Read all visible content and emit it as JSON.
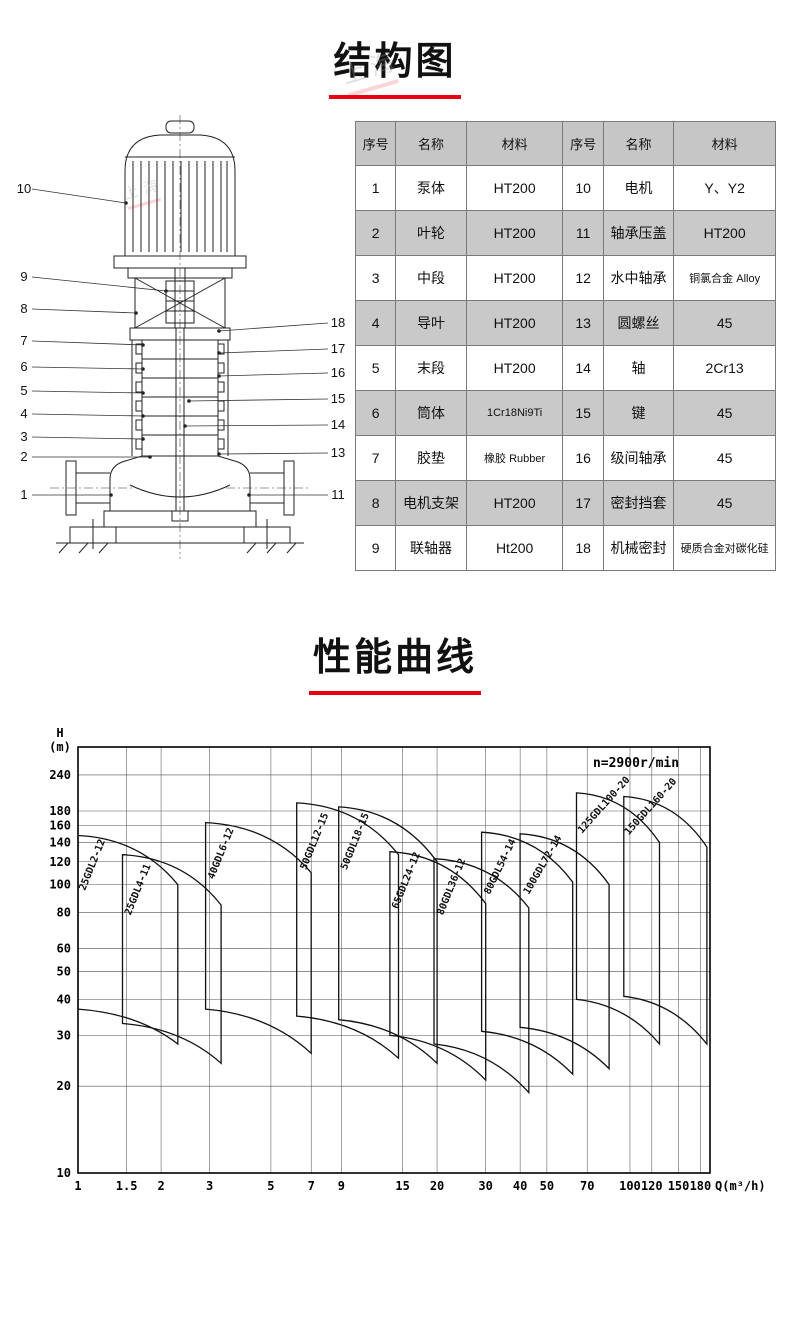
{
  "theme": {
    "accent_color": "#e60012",
    "table_shade": "#c9c9c9",
    "table_header_bg": "#c6c6c6"
  },
  "watermark": {
    "text": "上海"
  },
  "sections": {
    "structure": {
      "title": "结构图"
    },
    "performance": {
      "title": "性能曲线"
    }
  },
  "parts_table": {
    "headers": [
      "序号",
      "名称",
      "材料"
    ],
    "left_rows": [
      {
        "no": "1",
        "name": "泵体",
        "material": "HT200"
      },
      {
        "no": "2",
        "name": "叶轮",
        "material": "HT200"
      },
      {
        "no": "3",
        "name": "中段",
        "material": "HT200"
      },
      {
        "no": "4",
        "name": "导叶",
        "material": "HT200"
      },
      {
        "no": "5",
        "name": "末段",
        "material": "HT200"
      },
      {
        "no": "6",
        "name": "筒体",
        "material": "1Cr18Ni9Ti"
      },
      {
        "no": "7",
        "name": "胶垫",
        "material": "橡胶 Rubber"
      },
      {
        "no": "8",
        "name": "电机支架",
        "material": "HT200"
      },
      {
        "no": "9",
        "name": "联轴器",
        "material": "Ht200"
      }
    ],
    "right_rows": [
      {
        "no": "10",
        "name": "电机",
        "material": "Y、Y2"
      },
      {
        "no": "11",
        "name": "轴承压盖",
        "material": "HT200"
      },
      {
        "no": "12",
        "name": "水中轴承",
        "material": "铜氯合金 Alloy"
      },
      {
        "no": "13",
        "name": "圆螺丝",
        "material": "45"
      },
      {
        "no": "14",
        "name": "轴",
        "material": "2Cr13"
      },
      {
        "no": "15",
        "name": "键",
        "material": "45"
      },
      {
        "no": "16",
        "name": "级间轴承",
        "material": "45"
      },
      {
        "no": "17",
        "name": "密封挡套",
        "material": "45"
      },
      {
        "no": "18",
        "name": "机械密封",
        "material": "硬质合金对碳化硅"
      }
    ]
  },
  "diagram": {
    "left_labels": [
      "10",
      "9",
      "8",
      "7",
      "6",
      "5",
      "4",
      "3",
      "2",
      "1"
    ],
    "right_labels": [
      "18",
      "17",
      "16",
      "15",
      "14",
      "13",
      "11"
    ]
  },
  "chart_data": {
    "type": "line",
    "title": "性能曲线",
    "annotation": "n=2900r/min",
    "xlabel": "Q(m³/h)",
    "ylabel": "H(m)",
    "ylabel_parts": [
      "H",
      "(m)"
    ],
    "grid": true,
    "x_axis": {
      "scale": "log",
      "range": [
        1,
        195
      ],
      "ticks": [
        1,
        1.5,
        2,
        3,
        5,
        7,
        9,
        15,
        20,
        30,
        40,
        50,
        70,
        100,
        120,
        150,
        180
      ]
    },
    "y_axis": {
      "scale": "log",
      "range": [
        10,
        300
      ],
      "ticks": [
        240,
        180,
        160,
        140,
        120,
        100,
        80,
        60,
        50,
        40,
        30,
        20,
        10
      ]
    },
    "series": [
      {
        "name": "25GDL2-12",
        "q": [
          1.0,
          2.3
        ],
        "h_top": [
          148,
          100
        ],
        "h_bot": [
          37,
          28
        ],
        "label_at": [
          1.06,
          95
        ],
        "label_angle": -68
      },
      {
        "name": "25GDL4-11",
        "q": [
          1.45,
          3.3
        ],
        "h_top": [
          127,
          85
        ],
        "h_bot": [
          33,
          24
        ],
        "label_at": [
          1.55,
          78
        ],
        "label_angle": -68
      },
      {
        "name": "40GDL6-12",
        "q": [
          2.9,
          7.0
        ],
        "h_top": [
          164,
          110
        ],
        "h_bot": [
          37,
          26
        ],
        "label_at": [
          3.1,
          104
        ],
        "label_angle": -68
      },
      {
        "name": "50GDL12-15",
        "q": [
          6.2,
          14.5
        ],
        "h_top": [
          192,
          127
        ],
        "h_bot": [
          35,
          25
        ],
        "label_at": [
          6.7,
          112
        ],
        "label_angle": -68
      },
      {
        "name": "50GDL18-15",
        "q": [
          8.8,
          20.0
        ],
        "h_top": [
          186,
          120
        ],
        "h_bot": [
          34,
          24
        ],
        "label_at": [
          9.4,
          112
        ],
        "label_angle": -68
      },
      {
        "name": "65GDL24-12",
        "q": [
          13.5,
          30.0
        ],
        "h_top": [
          130,
          86
        ],
        "h_bot": [
          30,
          21
        ],
        "label_at": [
          14.4,
          82
        ],
        "label_angle": -68
      },
      {
        "name": "80GDL36-12",
        "q": [
          19.5,
          43.0
        ],
        "h_top": [
          123,
          83
        ],
        "h_bot": [
          28,
          19
        ],
        "label_at": [
          21.0,
          78
        ],
        "label_angle": -68
      },
      {
        "name": "80GDL54-14",
        "q": [
          29.0,
          62.0
        ],
        "h_top": [
          152,
          102
        ],
        "h_bot": [
          31,
          22
        ],
        "label_at": [
          31.0,
          92
        ],
        "label_angle": -64
      },
      {
        "name": "100GDL72-14",
        "q": [
          40.0,
          84.0
        ],
        "h_top": [
          150,
          100
        ],
        "h_bot": [
          32,
          23
        ],
        "label_at": [
          43.0,
          92
        ],
        "label_angle": -60
      },
      {
        "name": "125GDL100-20",
        "q": [
          64.0,
          128.0
        ],
        "h_top": [
          208,
          140
        ],
        "h_bot": [
          40,
          28
        ],
        "label_at": [
          67.0,
          150
        ],
        "label_angle": -48
      },
      {
        "name": "150GDL160-20",
        "q": [
          95.0,
          190.0
        ],
        "h_top": [
          202,
          135
        ],
        "h_bot": [
          41,
          28
        ],
        "label_at": [
          99.0,
          148
        ],
        "label_angle": -48
      }
    ]
  }
}
